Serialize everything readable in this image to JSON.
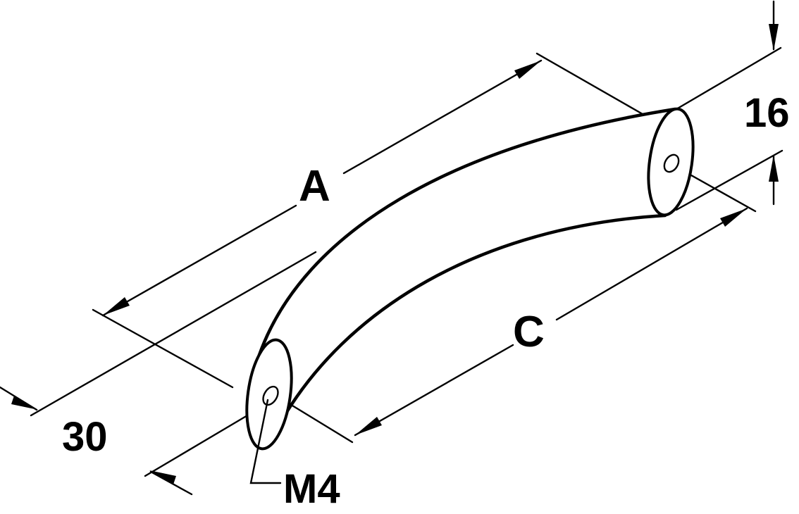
{
  "diagram": {
    "labels": {
      "length_a": "A",
      "length_c": "C",
      "height": "16",
      "depth": "30",
      "thread": "M4"
    },
    "colors": {
      "ink": "#000000",
      "background": "#ffffff"
    }
  }
}
